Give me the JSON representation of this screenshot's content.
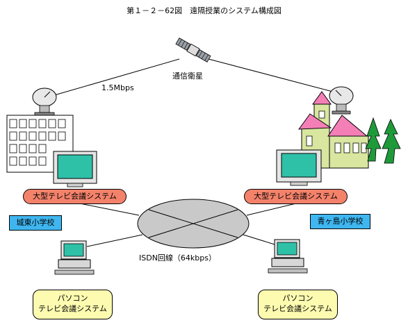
{
  "title": "第１－２－62図　遠隔授業のシステム構成図",
  "satellite_label": "通信衛星",
  "uplink_speed": "1.5Mbps",
  "network_label": "ISDN回線（64kbps）",
  "left": {
    "system_label": "大型テレビ会議システム",
    "school_name": "城東小学校",
    "pc_line1": "パソコン",
    "pc_line2": "テレビ会議システム"
  },
  "right": {
    "system_label": "大型テレビ会議システム",
    "school_name": "青ヶ島小学校",
    "pc_line1": "パソコン",
    "pc_line2": "テレビ会議システム"
  },
  "colors": {
    "system_pill": "#f4826b",
    "school_label": "#3fb6f0",
    "pc_box": "#fdfbb0",
    "network_cloud": "#c9c9c9",
    "screen": "#2fc0a8",
    "church_roof": "#f47fb6",
    "church_wall": "#d8e6a0",
    "tree": "#1f9a3a"
  }
}
